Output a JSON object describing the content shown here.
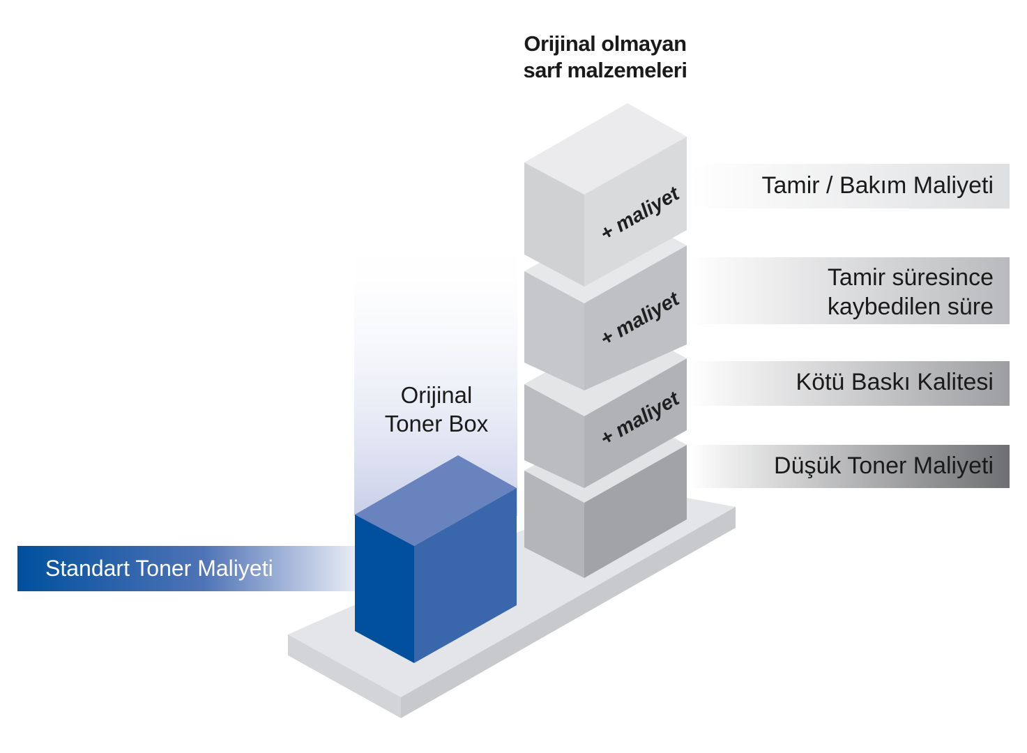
{
  "title_top": {
    "line1": "Orijinal olmayan",
    "line2": "sarf malzemeleri"
  },
  "original_box": {
    "line1": "Orijinal",
    "line2": "Toner Box"
  },
  "standard_cost": "Standart Toner Maliyeti",
  "cost_rows": [
    {
      "line1": "Tamir / Bakım Maliyeti"
    },
    {
      "line1": "Tamir süresince",
      "line2": "kaybedilen süre"
    },
    {
      "line1": "Kötü Baskı Kalitesi"
    },
    {
      "line1": "Düşük Toner Maliyeti"
    }
  ],
  "extra_cost_tag": "+ maliyet",
  "colors": {
    "brand_blue": "#00509e",
    "blue_side": "#3a67ac",
    "blue_top": "#6883be",
    "platform": "#dcdde0"
  }
}
